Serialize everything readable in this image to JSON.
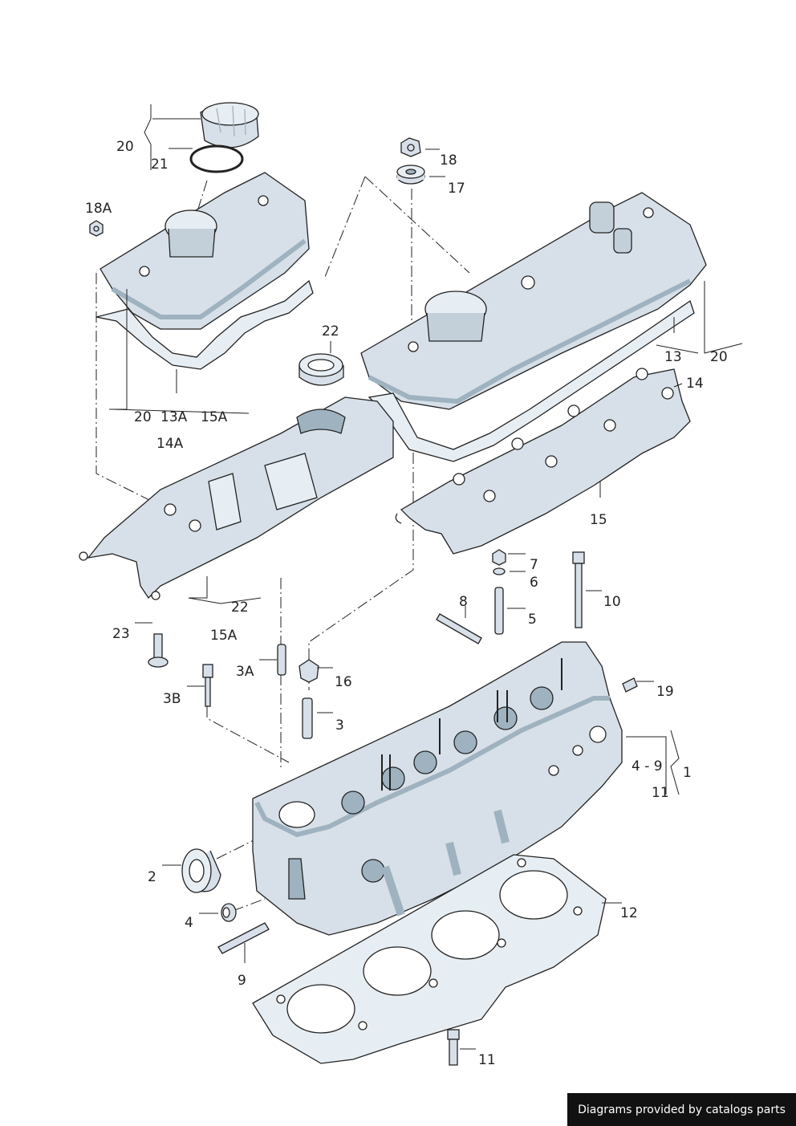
{
  "colors": {
    "part_fill": "#d7e0e8",
    "part_shade": "#9fb2c0",
    "outline": "#222222",
    "gasket": "#e7eef3",
    "credit_bg": "#111111"
  },
  "labels": {
    "l20a": "20",
    "l21": "21",
    "l18a": "18A",
    "l18": "18",
    "l17": "17",
    "l22a": "22",
    "l20b": "20",
    "l13a": "13A",
    "l15a": "15A",
    "l14a": "14A",
    "l13": "13",
    "l20c": "20",
    "l14": "14",
    "l15": "15",
    "l7": "7",
    "l6": "6",
    "l8": "8",
    "l10": "10",
    "l5": "5",
    "l22b": "22",
    "l23": "23",
    "l15a2": "15A",
    "l3a": "3A",
    "l16": "16",
    "l3b": "3B",
    "l19": "19",
    "l3": "3",
    "l49": "4 - 9",
    "l1": "1",
    "l11a": "11",
    "l2": "2",
    "l12": "12",
    "l4": "4",
    "l9": "9",
    "l11b": "11"
  },
  "footer": {
    "credit": "Diagrams provided by catalogs parts"
  }
}
